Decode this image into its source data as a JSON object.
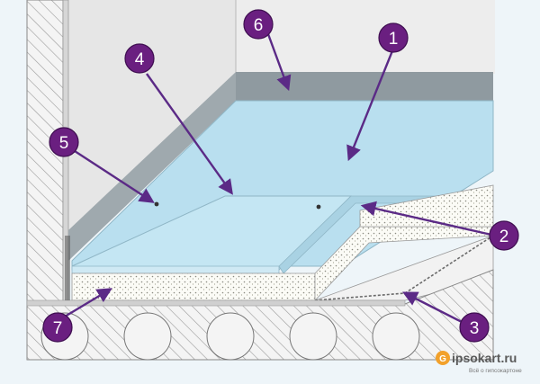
{
  "callouts": {
    "c1": "1",
    "c2": "2",
    "c3": "3",
    "c4": "4",
    "c5": "5",
    "c6": "6",
    "c7": "7"
  },
  "watermark": {
    "logo_letter": "G",
    "name": "ipsokart.ru",
    "tagline": "Всё о гипсокартоне"
  },
  "colors": {
    "callout_fill": "#6a1f80",
    "arrow": "#5b2a86",
    "floor": "#b9dfef",
    "skirting": "#8f9aa0",
    "background": "#eef5f9"
  }
}
